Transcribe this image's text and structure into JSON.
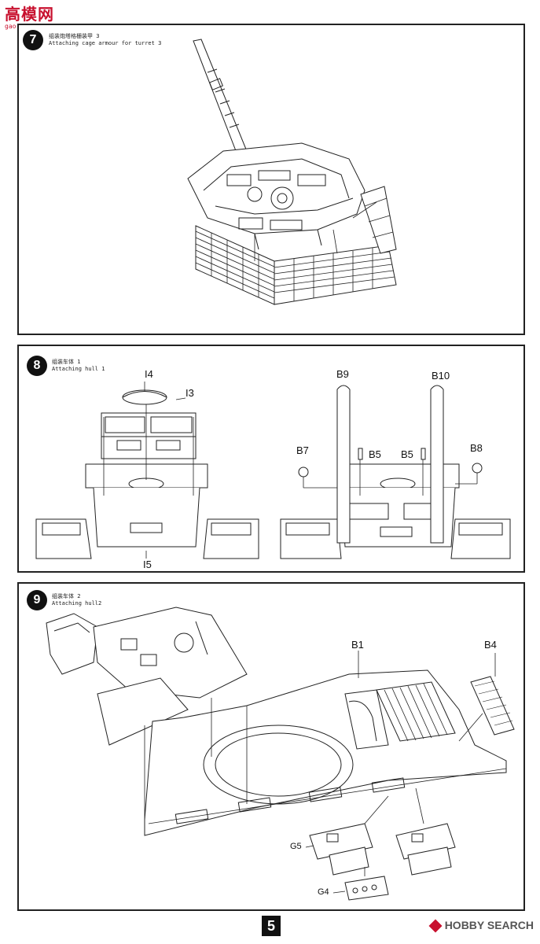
{
  "logo": {
    "text": "高模网",
    "url": "gao-mo.com"
  },
  "steps": [
    {
      "number": "7",
      "caption_cn": "组装炮塔格栅装甲 3",
      "caption_en": "Attaching cage armour for turret 3"
    },
    {
      "number": "8",
      "caption_cn": "组装车体 1",
      "caption_en": "Attaching hull 1"
    },
    {
      "number": "9",
      "caption_cn": "组装车体 2",
      "caption_en": "Attaching hull2"
    }
  ],
  "labels": {
    "step8": {
      "i4": "I4",
      "i3": "I3",
      "i5": "I5",
      "b9": "B9",
      "b10": "B10",
      "b7": "B7",
      "b5a": "B5",
      "b5b": "B5",
      "b8": "B8"
    },
    "step9": {
      "b1": "B1",
      "b4": "B4",
      "g5": "G5",
      "g4": "G4"
    }
  },
  "page_number": "5",
  "watermark": "HOBBY SEARCH"
}
